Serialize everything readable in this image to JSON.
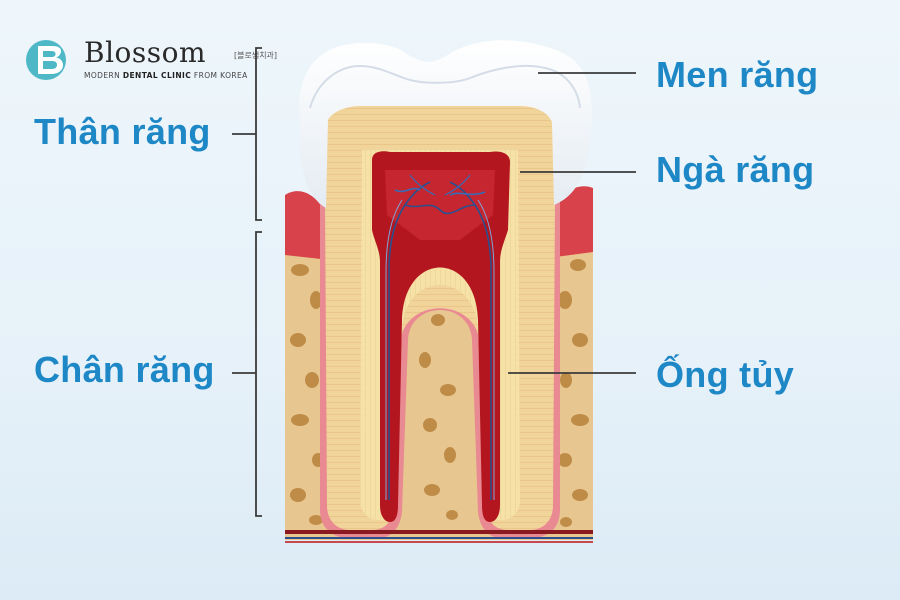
{
  "brand": {
    "name": "Blossom",
    "korean": "[블로썸치과]",
    "tagline_prefix": "MODERN ",
    "tagline_bold": "DENTAL CLINIC",
    "tagline_suffix": " FROM KOREA",
    "colors": {
      "mark": "#4fb8c6",
      "text": "#2a2a2a"
    }
  },
  "labels": {
    "than_rang": "Thân răng",
    "chan_rang": "Chân răng",
    "men_rang": "Men răng",
    "nga_rang": "Ngà răng",
    "ong_tuy": "Ống tủy"
  },
  "colors": {
    "label": "#1e87c6",
    "enamel": "#f4f7fa",
    "dentin": "#f1d49a",
    "pulp": "#b3161f",
    "gum": "#d8424a",
    "bone": "#e8c690",
    "bone_spots": "#b8823c"
  }
}
